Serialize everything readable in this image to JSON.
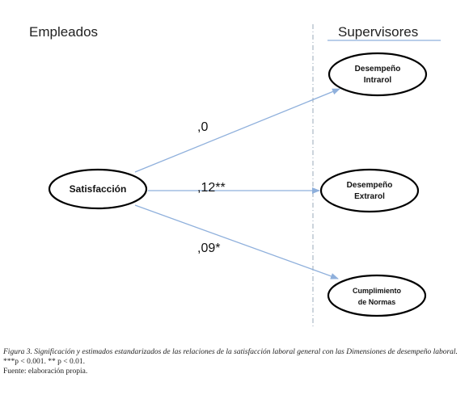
{
  "headers": {
    "left": "Empleados",
    "right": "Supervisores"
  },
  "nodes": {
    "source": {
      "label": [
        "Satisfacción"
      ]
    },
    "targets": [
      {
        "label": [
          "Desempeño",
          "Intrarol"
        ]
      },
      {
        "label": [
          "Desempeño",
          "Extrarol"
        ]
      },
      {
        "label": [
          "Cumplimiento",
          "de Normas"
        ]
      }
    ]
  },
  "edges": [
    {
      "label": ",0"
    },
    {
      "label": ",12**"
    },
    {
      "label": ",09*"
    }
  ],
  "caption": {
    "figure_text": "Figura 3. Significación y estimados estandarizados de las relaciones de la satisfacción laboral general con las Dimensiones de desempeño laboral.",
    "notes": "***p < 0.001. ** p < 0.01.",
    "source": "Fuente: elaboración propia."
  },
  "colors": {
    "arrow": "#8fb0dc",
    "header_rule": "#8fb0dc",
    "ellipse_stroke": "#000000",
    "divider": "#9aaab8"
  }
}
